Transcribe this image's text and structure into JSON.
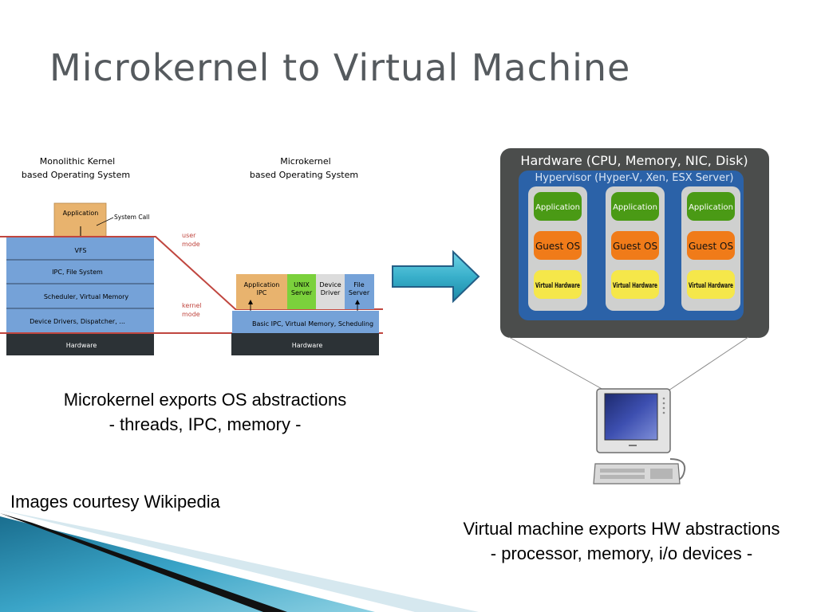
{
  "slide": {
    "title": "Microkernel to Virtual Machine"
  },
  "kernel_figure": {
    "monolithic": {
      "heading_line1": "Monolithic Kernel",
      "heading_line2": "based Operating System",
      "application": "Application",
      "system_call": "System Call",
      "layers": [
        "VFS",
        "IPC, File System",
        "Scheduler, Virtual Memory",
        "Device Drivers, Dispatcher, ..."
      ],
      "hardware": "Hardware"
    },
    "mode_labels": {
      "user_line1": "user",
      "user_line2": "mode",
      "kernel_line1": "kernel",
      "kernel_line2": "mode"
    },
    "microkernel": {
      "heading_line1": "Microkernel",
      "heading_line2": "based Operating System",
      "servers": [
        {
          "line1": "Application",
          "line2": "IPC",
          "color": "#e8b36e"
        },
        {
          "line1": "UNIX",
          "line2": "Server",
          "color": "#7bd13c"
        },
        {
          "line1": "Device",
          "line2": "Driver",
          "color": "#dcdcdc"
        },
        {
          "line1": "File",
          "line2": "Server",
          "color": "#75a2d8"
        }
      ],
      "basic_layer": "Basic IPC, Virtual Memory, Scheduling",
      "hardware": "Hardware"
    }
  },
  "vm_figure": {
    "hardware_label": "Hardware (CPU, Memory, NIC, Disk)",
    "hypervisor_label": "Hypervisor (Hyper-V, Xen, ESX Server)",
    "vms": [
      {
        "application": "Application",
        "guest_os": "Guest OS",
        "virtual_hardware": "Virtual Hardware"
      },
      {
        "application": "Application",
        "guest_os": "Guest OS",
        "virtual_hardware": "Virtual Hardware"
      },
      {
        "application": "Application",
        "guest_os": "Guest OS",
        "virtual_hardware": "Virtual Hardware"
      }
    ]
  },
  "captions": {
    "microkernel_line1": "Microkernel exports OS abstractions",
    "microkernel_line2": "- threads, IPC, memory -",
    "credit": "Images courtesy Wikipedia",
    "vm_line1": "Virtual machine exports HW abstractions",
    "vm_line2": "- processor, memory, i/o devices -"
  },
  "colors": {
    "title": "#555a5e",
    "layer_blue": "#75a2d8",
    "hardware_dark": "#2c3236",
    "mode_line_red": "#c0463f",
    "arrow_teal": "#3cb6cf",
    "hypervisor_blue": "#2b62a8",
    "vm_panel": "#cfd0cf",
    "app_green": "#4a9a15",
    "guest_orange": "#f07b19",
    "vhw_yellow": "#f5e74a"
  }
}
